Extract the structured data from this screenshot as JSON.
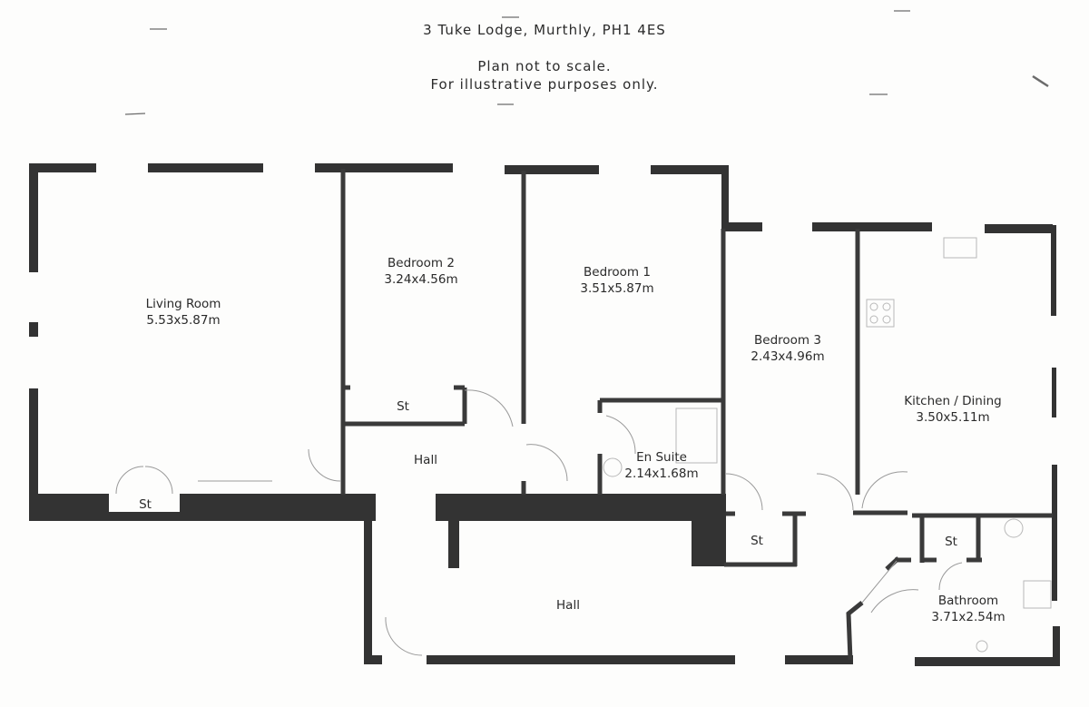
{
  "header": {
    "address": "3 Tuke Lodge, Murthly, PH1 4ES",
    "note_line1": "Plan not to scale.",
    "note_line2": "For illustrative purposes only."
  },
  "rooms": {
    "living_room": {
      "name": "Living Room",
      "size": "5.53x5.87m"
    },
    "bedroom_2": {
      "name": "Bedroom 2",
      "size": "3.24x4.56m"
    },
    "bedroom_1": {
      "name": "Bedroom 1",
      "size": "3.51x5.87m"
    },
    "bedroom_3": {
      "name": "Bedroom 3",
      "size": "2.43x4.96m"
    },
    "kitchen_dining": {
      "name": "Kitchen / Dining",
      "size": "3.50x5.11m"
    },
    "en_suite": {
      "name": "En Suite",
      "size": "2.14x1.68m"
    },
    "bathroom": {
      "name": "Bathroom",
      "size": "3.71x2.54m"
    },
    "hall_upper": {
      "name": "Hall"
    },
    "hall_lower": {
      "name": "Hall"
    },
    "store_living": {
      "name": "St"
    },
    "store_bedroom2": {
      "name": "St"
    },
    "store_bedroom3": {
      "name": "St"
    },
    "store_bathroom": {
      "name": "St"
    }
  }
}
